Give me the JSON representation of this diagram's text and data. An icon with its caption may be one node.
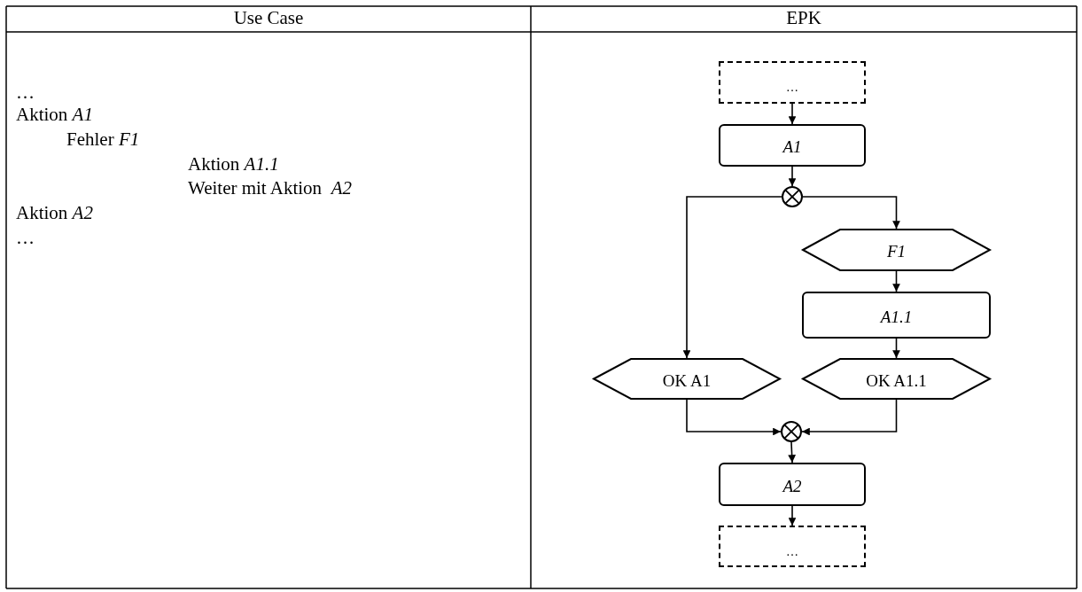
{
  "diagram": {
    "nodes": [
      {
        "text": [
          "…"
        ]
      },
      {
        "text": [
          "A1"
        ]
      },
      {
        "text": [],
        "shape": "circle"
      },
      {
        "text": [
          "F1"
        ]
      },
      {
        "text": [
          "A1.1"
        ]
      },
      {
        "text": [
          "OK A1"
        ]
      },
      {
        "text": [
          "OK A1.1"
        ]
      },
      {
        "text": [],
        "shape": "circle"
      },
      {
        "text": [
          "A2"
        ]
      },
      {
        "text": [
          "…"
        ]
      }
    ],
    "edges": [
      {
        "from": 0,
        "to": 1,
        "arrow": "to"
      },
      {
        "from": 1,
        "to": 2,
        "arrow": "to"
      },
      {
        "from": 2,
        "to": 5,
        "arrow": "to"
      },
      {
        "from": 2,
        "to": 3,
        "arrow": "to"
      },
      {
        "from": 3,
        "to": 4,
        "arrow": "to"
      },
      {
        "from": 4,
        "to": 6,
        "arrow": "to"
      },
      {
        "from": 5,
        "to": 7,
        "arrow": "to"
      },
      {
        "from": 6,
        "to": 7,
        "arrow": "to"
      },
      {
        "from": 7,
        "to": 8,
        "arrow": "to"
      },
      {
        "from": 8,
        "to": 9,
        "arrow": "to"
      }
    ],
    "labels": [
      "Use Case",
      "EPK",
      "…",
      "Aktion *A1*",
      "Fehler *F1*",
      "Aktion *A1.1*",
      "Weiter mit Aktion  *A2*",
      "Aktion *A2*",
      "…"
    ]
  }
}
